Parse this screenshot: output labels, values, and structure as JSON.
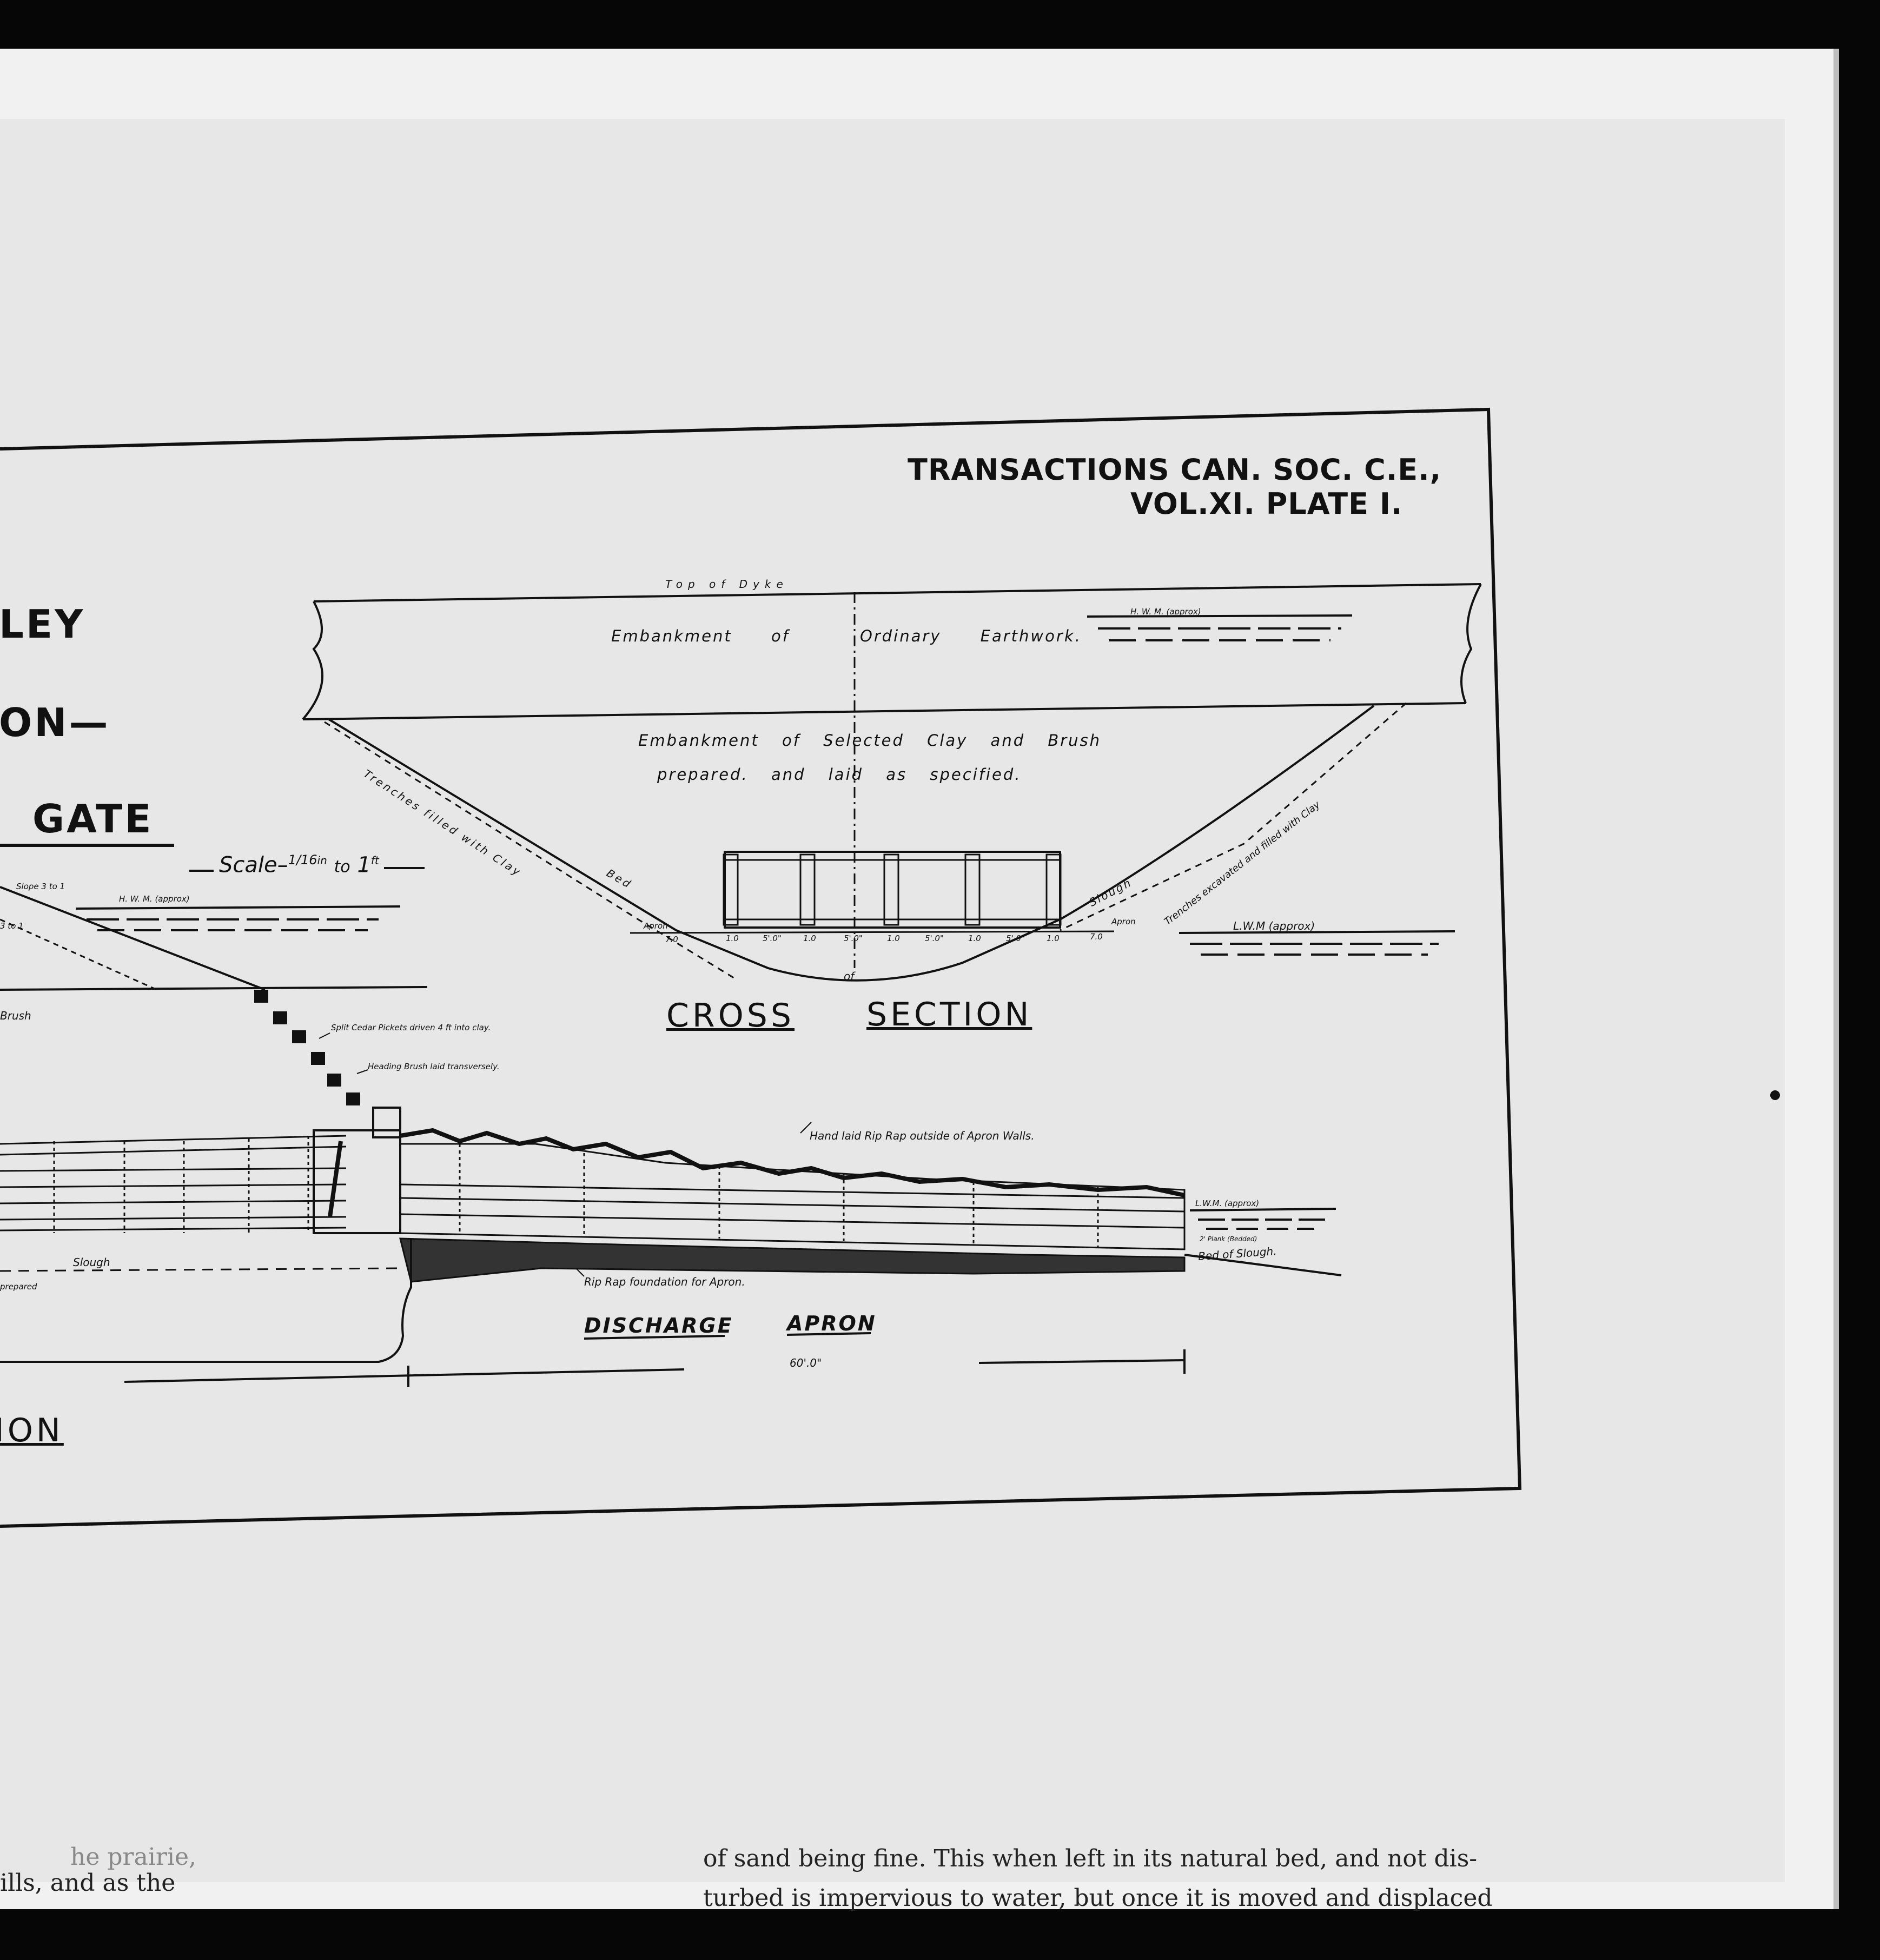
{
  "plate": {
    "journal": "TRANSACTIONS CAN. SOC. C.E.,",
    "volume": "VOL.XI. PLATE I."
  },
  "title_fragments": {
    "line1": "LEY",
    "line2": "ON—",
    "line3": "GATE",
    "section_tail": "ION"
  },
  "scale": {
    "prefix": "Scale–",
    "value": "1/16",
    "in_unit": "in",
    "to": "to",
    "ft_value": "1",
    "ft_unit": "ft"
  },
  "cross_section": {
    "top_of_dyke": "Top of Dyke",
    "embankment_ordinary": "Embankment of",
    "ordinary_earthwork": "Ordinary Earthwork.",
    "hwm": "H. W. M. (approx)",
    "embankment_selected": "Embankment of Selected Clay and Brush",
    "prepared_laid": "prepared. and laid as specified.",
    "trenches_left": "Trenches filled with Clay",
    "bed": "Bed",
    "of": "of",
    "slough": "Slough",
    "trenches_right": "Trenches excavated and filled with Clay",
    "apron_left": "Apron",
    "apron_right": "Apron",
    "lwm": "L.W.M (approx)",
    "dims": [
      "7.0",
      "1.0",
      "5'.0\"",
      "1.0",
      "5'.0\"",
      "1.0",
      "5'.0\"",
      "1.0",
      "5'.0\"",
      "1.0",
      "7.0"
    ],
    "title_word1": "CROSS",
    "title_word2": "SECTION"
  },
  "longitudinal": {
    "slope": "Slope 3 to 1",
    "hwm": "H. W. M. (approx)",
    "slope2": "3 to 1",
    "brush": "Brush",
    "split_cedar": "Split Cedar Pickets driven 4 ft into clay.",
    "heading_brush": "Heading Brush laid transversely.",
    "hand_laid": "Hand laid Rip Rap outside of Apron Walls.",
    "lwm": "L.W.M. (approx)",
    "bed_of_slough_note": "2' Plank (Bedded)",
    "bed_of_slough": "Bed of Slough.",
    "slough": "Slough",
    "prepared": "prepared",
    "rip_rap_foundation": "Rip Rap foundation for Apron.",
    "discharge": "DISCHARGE",
    "apron": "APRON",
    "length": "60'.0\""
  },
  "body_text": {
    "left_line1": "he prairie,",
    "left_line2": "ills, and as the",
    "right_line1": "of sand being fine. This when left in its natural bed, and not dis-",
    "right_line2": "turbed is impervious to water, but once it is moved and displaced"
  }
}
